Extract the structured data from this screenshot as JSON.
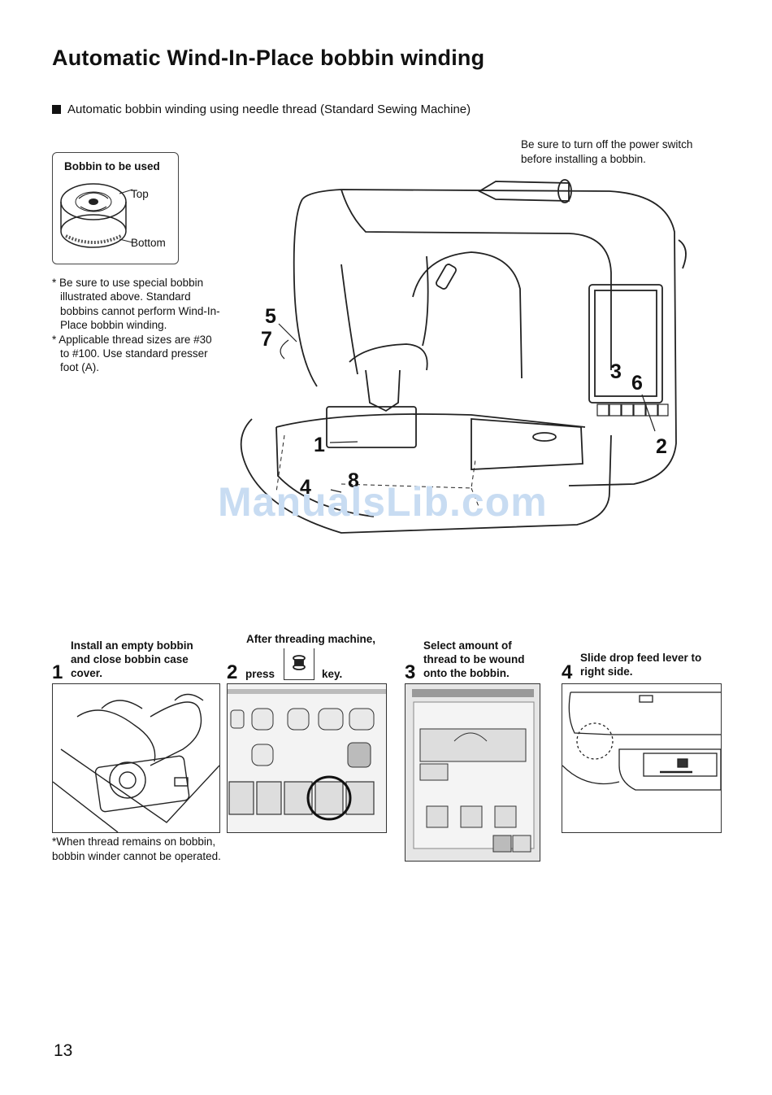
{
  "title": "Automatic Wind-In-Place bobbin winding",
  "subtitle": "Automatic bobbin winding using needle thread (Standard Sewing Machine)",
  "power_note": [
    "Be sure to turn off the power switch",
    "before installing a bobbin."
  ],
  "bobbin_box": {
    "title": "Bobbin to be used",
    "top_label": "Top",
    "bottom_label": "Bottom"
  },
  "notes": [
    "* Be sure to use special bobbin illustrated above. Standard bobbins cannot perform Wind-In-Place bobbin winding.",
    "* Applicable thread sizes are #30 to #100. Use standard presser foot (A)."
  ],
  "callouts": {
    "c5": "5",
    "c7": "7",
    "c3": "3",
    "c6": "6",
    "c1": "1",
    "c2": "2",
    "c4": "4",
    "c8": "8"
  },
  "watermark": "ManualsLib.com",
  "steps": [
    {
      "num": "1",
      "lines": [
        "Install an empty bobbin",
        "and close bobbin case",
        "cover."
      ]
    },
    {
      "num": "2",
      "top": "After threading machine,",
      "press": "press",
      "key": "key."
    },
    {
      "num": "3",
      "lines": [
        "Select amount of",
        "thread to be wound",
        "onto the bobbin."
      ]
    },
    {
      "num": "4",
      "lines": [
        "Slide drop feed lever to",
        "right side."
      ]
    }
  ],
  "footnote": [
    "*When thread remains on bobbin,",
    "bobbin winder cannot be operated."
  ],
  "page_number": "13"
}
